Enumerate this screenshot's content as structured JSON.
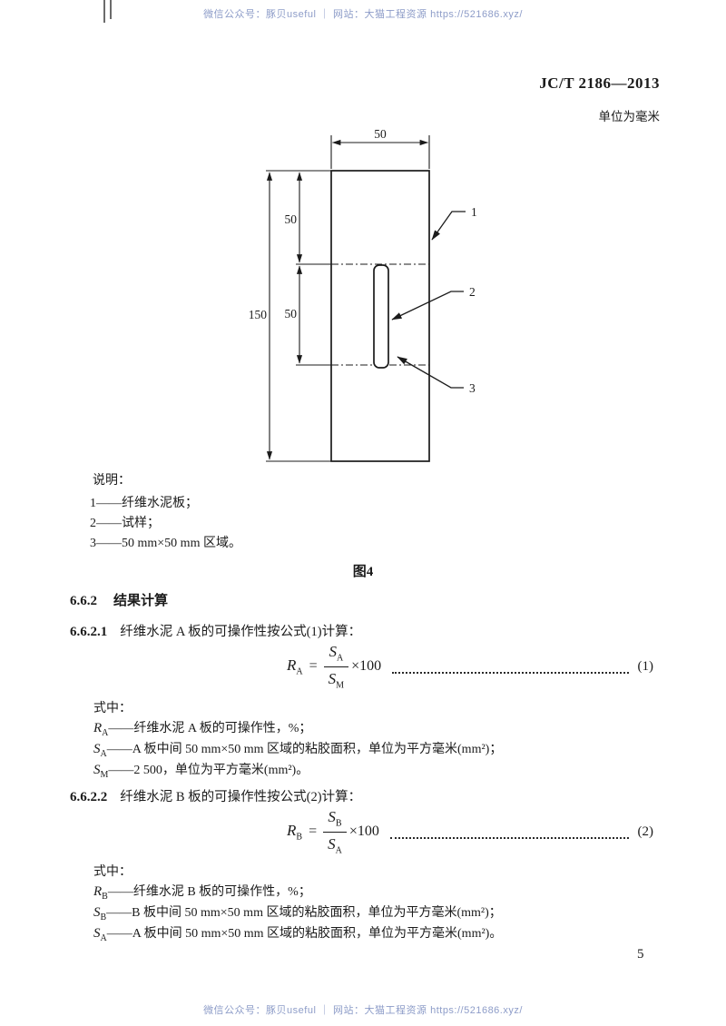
{
  "watermark": {
    "top": "微信公众号：豚贝useful ｜ 网站：大猫工程资源 https://521686.xyz/",
    "bottom": "微信公众号：豚贝useful ｜ 网站：大猫工程资源 https://521686.xyz/"
  },
  "header": {
    "standard": "JC/T 2186—2013",
    "unit_note": "单位为毫米"
  },
  "figure": {
    "dim_top": "50",
    "dim_left_total": "150",
    "dim_seg1": "50",
    "dim_seg2": "50",
    "callout1": "1",
    "callout2": "2",
    "callout3": "3",
    "caption": "图4"
  },
  "legend": {
    "title": "说明：",
    "item1": "1——纤维水泥板；",
    "item2": "2——试样；",
    "item3": "3——50 mm×50 mm 区域。"
  },
  "sections": {
    "s662_num": "6.6.2",
    "s662_title": "结果计算",
    "s6621_num": "6.6.2.1",
    "s6621_text": "纤维水泥 A 板的可操作性按公式(1)计算：",
    "s6622_num": "6.6.2.2",
    "s6622_text": "纤维水泥 B 板的可操作性按公式(2)计算："
  },
  "formula1": {
    "lhs_base": "R",
    "lhs_sub": "A",
    "equals": "=",
    "num_base": "S",
    "num_sub": "A",
    "den_base": "S",
    "den_sub": "M",
    "times": "×100",
    "tag": "(1)"
  },
  "formula2": {
    "lhs_base": "R",
    "lhs_sub": "B",
    "equals": "=",
    "num_base": "S",
    "num_sub": "B",
    "den_base": "S",
    "den_sub": "A",
    "times": "×100",
    "tag": "(2)"
  },
  "where1": {
    "label": "式中：",
    "defs": [
      {
        "base": "R",
        "sub": "A",
        "desc": "——纤维水泥 A 板的可操作性，%；"
      },
      {
        "base": "S",
        "sub": "A",
        "desc": "——A 板中间 50 mm×50 mm 区域的粘胶面积，单位为平方毫米(mm²)；"
      },
      {
        "base": "S",
        "sub": "M",
        "desc": "——2 500，单位为平方毫米(mm²)。"
      }
    ]
  },
  "where2": {
    "label": "式中：",
    "defs": [
      {
        "base": "R",
        "sub": "B",
        "desc": "——纤维水泥 B 板的可操作性，%；"
      },
      {
        "base": "S",
        "sub": "B",
        "desc": "——B 板中间 50 mm×50 mm 区域的粘胶面积，单位为平方毫米(mm²)；"
      },
      {
        "base": "S",
        "sub": "A",
        "desc": "——A 板中间 50 mm×50 mm 区域的粘胶面积，单位为平方毫米(mm²)。"
      }
    ]
  },
  "footer": {
    "page_number": "5"
  }
}
